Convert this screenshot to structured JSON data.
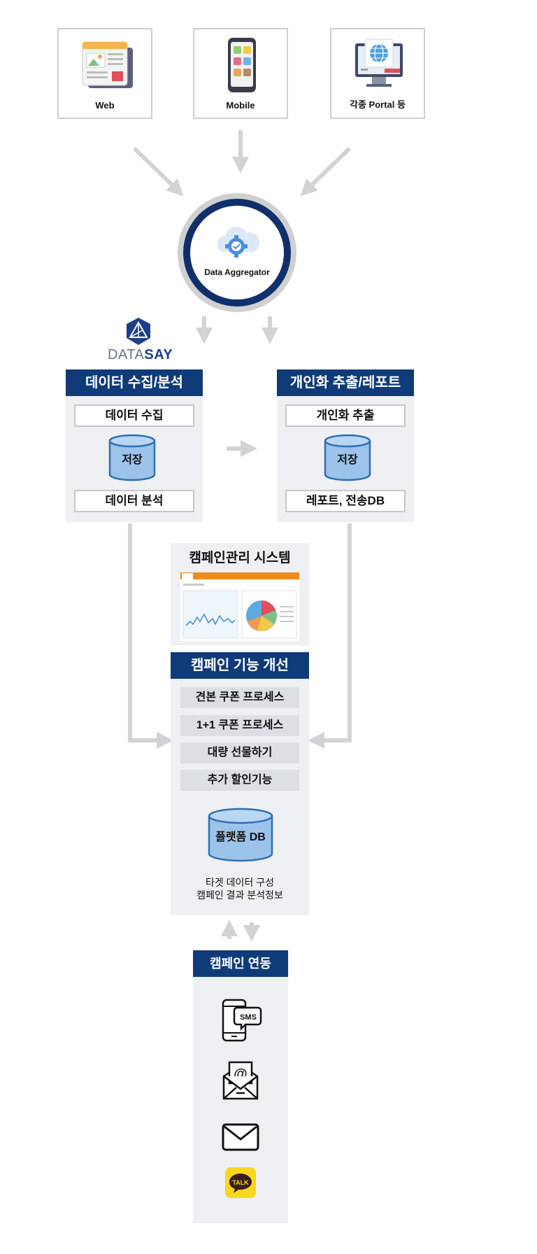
{
  "sources": [
    {
      "label": "Web",
      "icon": "web-page-icon"
    },
    {
      "label": "Mobile",
      "icon": "smartphone-icon"
    },
    {
      "label": "각종 Portal 등",
      "icon": "portal-monitor-icon"
    }
  ],
  "aggregator": {
    "label": "Data Aggregator",
    "icon": "cloud-gear-icon"
  },
  "brand": {
    "prefix": "DATA",
    "suffix": "SAY"
  },
  "collect_panel": {
    "title": "데이터 수집/분석",
    "top": "데이터 수집",
    "store": "저장",
    "bottom": "데이터 분석"
  },
  "personal_panel": {
    "title": "개인화 추출/레포트",
    "top": "개인화 추출",
    "store": "저장",
    "bottom": "레포트, 전송DB"
  },
  "campaign_system": {
    "title": "캠페인관리 시스템"
  },
  "improve_panel": {
    "title": "캠페인 기능 개선",
    "items": [
      "견본 쿠폰 프로세스",
      "1+1 쿠폰 프로세스",
      "대량 선물하기",
      "추가 할인기능"
    ],
    "db": "플랫폼 DB",
    "desc1": "타겟 데이터 구성",
    "desc2": "캠페인 결과 분석정보"
  },
  "link_panel": {
    "title": "캠페인 연동",
    "sms_text": "SMS",
    "talk_text": "TALK",
    "channels": [
      "sms-phone-icon",
      "email-at-icon",
      "envelope-icon",
      "kakao-talk-icon"
    ]
  },
  "colors": {
    "navy": "#0f3b78",
    "cylinder": "#9cc3ea",
    "cylinder_edge": "#2f6fb4",
    "arrow": "#d3d3d3"
  }
}
